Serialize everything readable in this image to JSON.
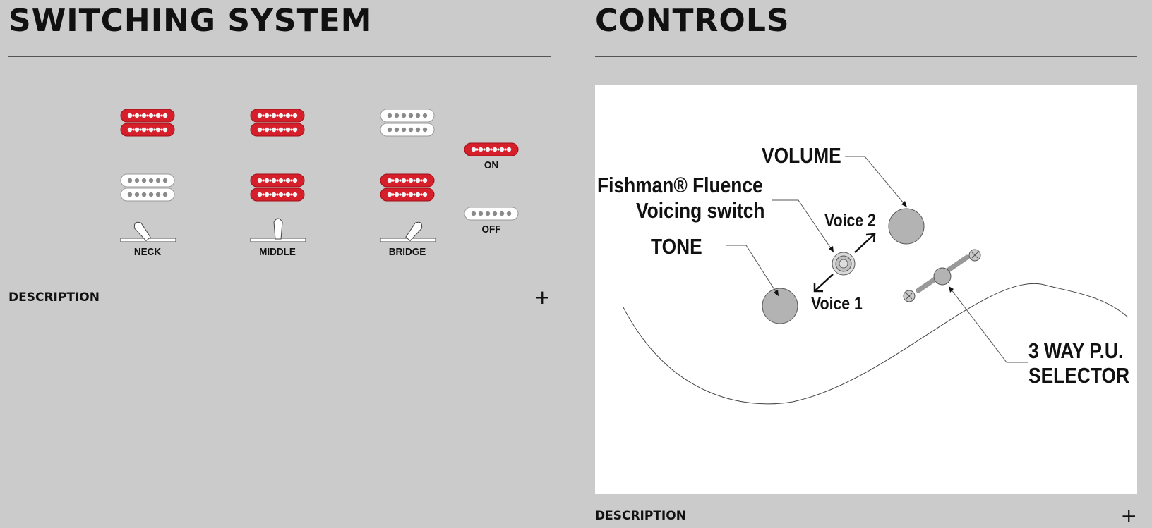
{
  "switching": {
    "title": "SWITCHING SYSTEM",
    "positions": [
      {
        "label": "NECK",
        "neck": "on",
        "bridge": "off",
        "lever": "left"
      },
      {
        "label": "MIDDLE",
        "neck": "on",
        "bridge": "on",
        "lever": "center"
      },
      {
        "label": "BRIDGE",
        "neck": "off",
        "bridge": "on",
        "lever": "right"
      }
    ],
    "legend": {
      "on": "ON",
      "off": "OFF"
    },
    "description": "DESCRIPTION"
  },
  "controls": {
    "title": "CONTROLS",
    "labels": {
      "volume": "VOLUME",
      "fishman_line1": "Fishman® Fluence",
      "fishman_line2": "Voicing switch",
      "tone": "TONE",
      "voice2": "Voice 2",
      "voice1": "Voice 1",
      "selector_line1": "3 WAY P.U.",
      "selector_line2": "SELECTOR"
    },
    "description": "DESCRIPTION"
  },
  "colors": {
    "background": "#cbcbcb",
    "pickup_on": "#d61f2b",
    "pickup_off": "#ffffff",
    "knob": "#b3b3b3"
  },
  "icons": {
    "expand": "plus-icon"
  }
}
